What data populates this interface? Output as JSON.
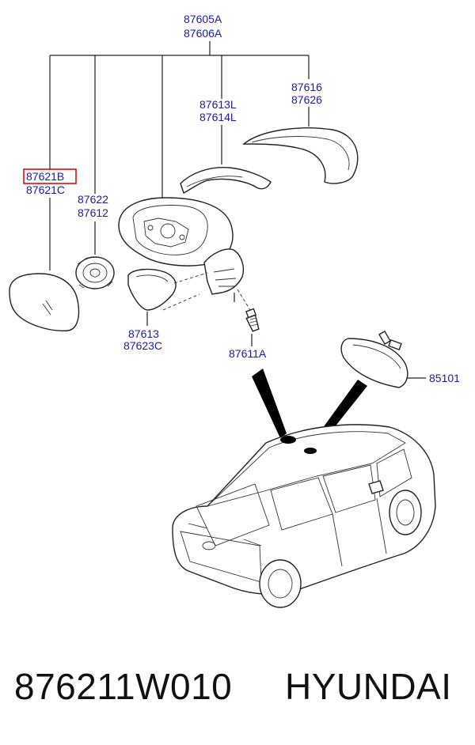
{
  "labels": {
    "assy_a": "87605A",
    "assy_b": "87606A",
    "cover_a": "87616",
    "cover_b": "87626",
    "lamp_a": "87613L",
    "lamp_b": "87614L",
    "glass_a": "87621B",
    "glass_b": "87621C",
    "actuator_a": "87622",
    "actuator_b": "87612",
    "cap_a": "87613",
    "cap_b": "87623C",
    "screw": "87611A",
    "inside_mirror": "85101"
  },
  "footer": {
    "part_number": "876211W010",
    "brand": "HYUNDAI"
  },
  "colors": {
    "label": "#1a1aa6",
    "highlight": "#d40000",
    "line": "#222222"
  }
}
